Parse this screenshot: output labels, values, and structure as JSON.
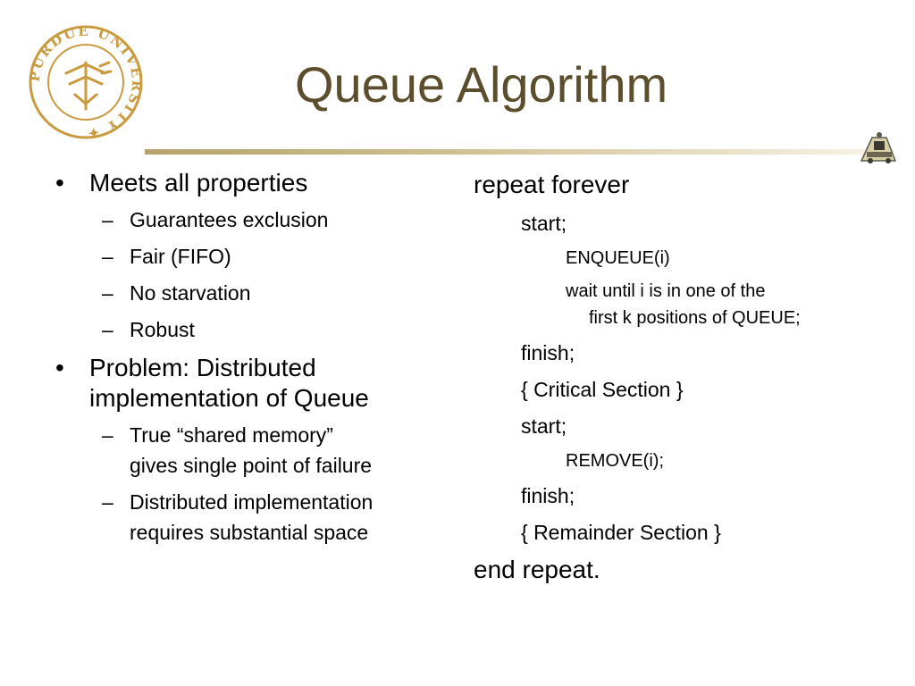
{
  "slide": {
    "title": "Queue Algorithm",
    "logo_icon": "purdue-university-seal",
    "corner_icon": "purdue-train-logo",
    "accent_color": "#5c4d2c",
    "rule_color": "#b6a36c"
  },
  "left": {
    "b1": "Meets all properties",
    "b1_sub": [
      "Guarantees exclusion",
      "Fair (FIFO)",
      "No starvation",
      "Robust"
    ],
    "b2_line1": "Problem:  Distributed",
    "b2_line2": "implementation of Queue",
    "b2_sub1_line1": "True “shared memory”",
    "b2_sub1_line2": "gives single point of failure",
    "b2_sub2_line1": "Distributed implementation",
    "b2_sub2_line2": "requires substantial space"
  },
  "right": {
    "repeat": "repeat forever",
    "start1": "start;",
    "enqueue": "ENQUEUE(i)",
    "wait_line1": "wait until i is in one of the",
    "wait_line2": "first k positions of QUEUE;",
    "finish1": "finish;",
    "critical": "{ Critical Section }",
    "start2": "start;",
    "remove": "REMOVE(i);",
    "finish2": "finish;",
    "remainder": "{ Remainder Section }",
    "end": "end repeat."
  }
}
